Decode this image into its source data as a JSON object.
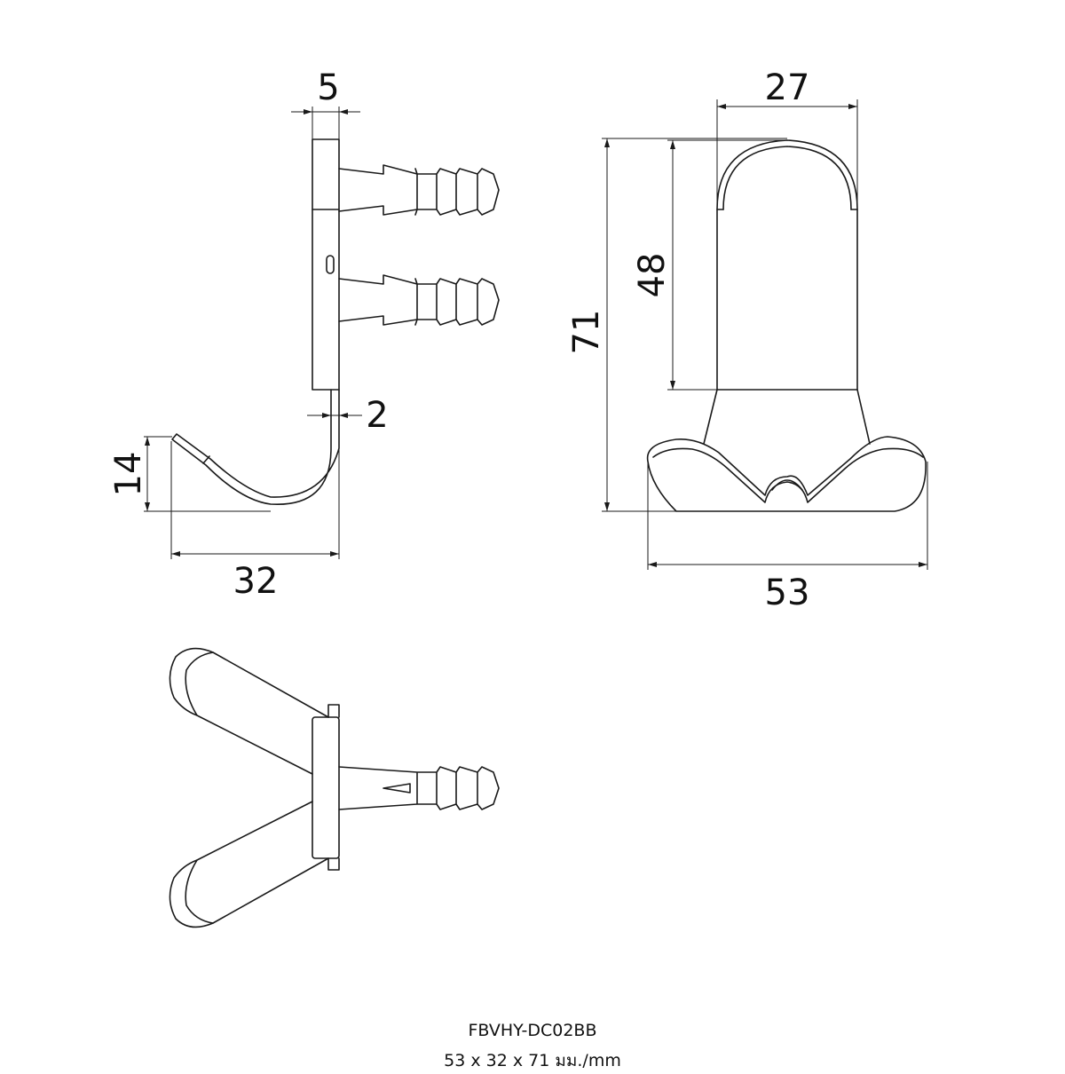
{
  "dimensions": {
    "backplate_thickness": "5",
    "hook_thickness": "2",
    "hook_height": "14",
    "hook_projection": "32",
    "plate_width": "27",
    "plate_height": "48",
    "total_height": "71",
    "total_width": "53"
  },
  "caption": {
    "model": "FBVHY-DC02BB",
    "size": "53 x 32 x 71 มม./mm"
  }
}
